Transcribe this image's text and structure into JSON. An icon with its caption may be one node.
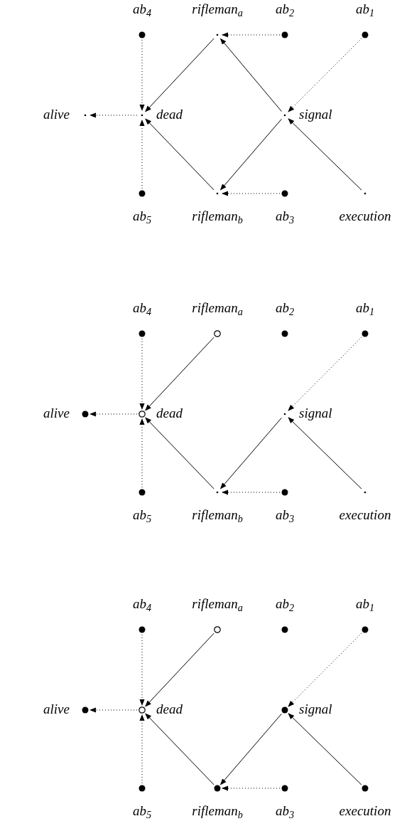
{
  "diagram": {
    "nodes": [
      {
        "text": [],
        "shape": "circle",
        "beside": [
          "ab$_{4}$"
        ]
      },
      {
        "text": [],
        "shape": "point",
        "beside": [
          "rifleman$_{a}$"
        ]
      },
      {
        "text": [],
        "shape": "circle",
        "beside": [
          "ab$_{2}$"
        ]
      },
      {
        "text": [],
        "shape": "circle",
        "beside": [
          "ab$_{1}$"
        ]
      },
      {
        "text": [],
        "shape": "point",
        "beside": [
          "alive"
        ]
      },
      {
        "text": [],
        "shape": "point",
        "beside": [
          "dead"
        ]
      },
      {
        "text": [],
        "shape": "point",
        "beside": [
          "signal"
        ]
      },
      {
        "text": [],
        "shape": "circle",
        "beside": [
          "ab$_{5}$"
        ]
      },
      {
        "text": [],
        "shape": "point",
        "beside": [
          "rifleman$_{b}$"
        ]
      },
      {
        "text": [],
        "shape": "circle",
        "beside": [
          "ab$_{3}$"
        ]
      },
      {
        "text": [],
        "shape": "point",
        "beside": [
          "execution"
        ]
      },
      {
        "text": [],
        "shape": "circle",
        "beside": [
          "ab$_{4}$"
        ]
      },
      {
        "text": [],
        "shape": "ring",
        "beside": [
          "rifleman$_{a}$"
        ]
      },
      {
        "text": [],
        "shape": "circle",
        "beside": [
          "ab$_{2}$"
        ]
      },
      {
        "text": [],
        "shape": "circle",
        "beside": [
          "ab$_{1}$"
        ]
      },
      {
        "text": [],
        "shape": "circle",
        "beside": [
          "alive"
        ]
      },
      {
        "text": [],
        "shape": "ring",
        "beside": [
          "dead"
        ]
      },
      {
        "text": [],
        "shape": "point",
        "beside": [
          "signal"
        ]
      },
      {
        "text": [],
        "shape": "circle",
        "beside": [
          "ab$_{5}$"
        ]
      },
      {
        "text": [],
        "shape": "point",
        "beside": [
          "rifleman$_{b}$"
        ]
      },
      {
        "text": [],
        "shape": "circle",
        "beside": [
          "ab$_{3}$"
        ]
      },
      {
        "text": [],
        "shape": "point",
        "beside": [
          "execution"
        ]
      },
      {
        "text": [],
        "shape": "circle",
        "beside": [
          "ab$_{4}$"
        ]
      },
      {
        "text": [],
        "shape": "ring",
        "beside": [
          "rifleman$_{a}$"
        ]
      },
      {
        "text": [],
        "shape": "circle",
        "beside": [
          "ab$_{2}$"
        ]
      },
      {
        "text": [],
        "shape": "circle",
        "beside": [
          "ab$_{1}$"
        ]
      },
      {
        "text": [],
        "shape": "circle",
        "beside": [
          "alive"
        ]
      },
      {
        "text": [],
        "shape": "ring",
        "beside": [
          "dead"
        ]
      },
      {
        "text": [],
        "shape": "circle",
        "beside": [
          "signal"
        ]
      },
      {
        "text": [],
        "shape": "circle",
        "beside": [
          "ab$_{5}$"
        ]
      },
      {
        "text": [],
        "shape": "circle",
        "beside": [
          "rifleman$_{b}$"
        ]
      },
      {
        "text": [],
        "shape": "circle",
        "beside": [
          "ab$_{3}$"
        ]
      },
      {
        "text": [],
        "shape": "circle",
        "beside": [
          "execution"
        ]
      }
    ],
    "edges": [
      {
        "from": 2,
        "to": 1,
        "arrow": "to",
        "style": "dashed"
      },
      {
        "from": 1,
        "to": 5,
        "arrow": "to"
      },
      {
        "from": 3,
        "to": 6,
        "arrow": "to",
        "style": "dashed"
      },
      {
        "from": 6,
        "to": 1,
        "arrow": "to"
      },
      {
        "from": 0,
        "to": 5,
        "arrow": "to",
        "style": "dashed"
      },
      {
        "from": 5,
        "to": 4,
        "arrow": "to",
        "style": "dashed"
      },
      {
        "from": 7,
        "to": 5,
        "arrow": "to",
        "style": "dashed"
      },
      {
        "from": 8,
        "to": 5,
        "arrow": "to"
      },
      {
        "from": 6,
        "to": 8,
        "arrow": "to"
      },
      {
        "from": 10,
        "to": 6,
        "arrow": "to"
      },
      {
        "from": 9,
        "to": 8,
        "arrow": "to",
        "style": "dashed"
      },
      {
        "from": 12,
        "to": 16,
        "arrow": "to"
      },
      {
        "from": 14,
        "to": 17,
        "arrow": "to",
        "style": "dashed"
      },
      {
        "from": 11,
        "to": 16,
        "arrow": "to",
        "style": "dashed"
      },
      {
        "from": 16,
        "to": 15,
        "arrow": "to",
        "style": "dashed"
      },
      {
        "from": 18,
        "to": 16,
        "arrow": "to",
        "style": "dashed"
      },
      {
        "from": 19,
        "to": 16,
        "arrow": "to"
      },
      {
        "from": 17,
        "to": 19,
        "arrow": "to"
      },
      {
        "from": 21,
        "to": 17,
        "arrow": "to"
      },
      {
        "from": 20,
        "to": 19,
        "arrow": "to",
        "style": "dashed"
      },
      {
        "from": 23,
        "to": 27,
        "arrow": "to"
      },
      {
        "from": 25,
        "to": 28,
        "arrow": "to",
        "style": "dashed"
      },
      {
        "from": 22,
        "to": 27,
        "arrow": "to",
        "style": "dashed"
      },
      {
        "from": 27,
        "to": 26,
        "arrow": "to",
        "style": "dashed"
      },
      {
        "from": 29,
        "to": 27,
        "arrow": "to",
        "style": "dashed"
      },
      {
        "from": 30,
        "to": 27,
        "arrow": "to"
      },
      {
        "from": 28,
        "to": 30,
        "arrow": "to"
      },
      {
        "from": 32,
        "to": 28,
        "arrow": "to"
      },
      {
        "from": 31,
        "to": 30,
        "arrow": "to",
        "style": "dashed"
      }
    ]
  }
}
